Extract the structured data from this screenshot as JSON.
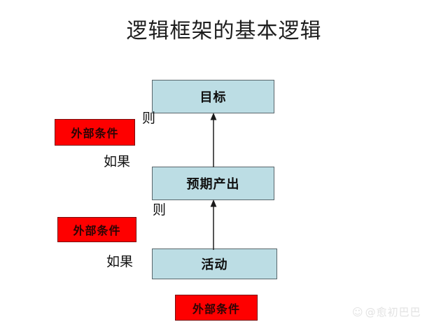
{
  "title": "逻辑框架的基本逻辑",
  "diagram": {
    "type": "flow-ladder",
    "boxes": [
      {
        "id": "goal",
        "label": "目标",
        "kind": "outcome",
        "fill": "#bcdde4",
        "border": "#59666b"
      },
      {
        "id": "output",
        "label": "预期产出",
        "kind": "outcome",
        "fill": "#bcdde4",
        "border": "#59666b"
      },
      {
        "id": "activity",
        "label": "活动",
        "kind": "outcome",
        "fill": "#bcdde4",
        "border": "#59666b"
      },
      {
        "id": "cond1",
        "label": "外部条件",
        "kind": "condition",
        "fill": "#fe0000",
        "border": "#7a0d0d"
      },
      {
        "id": "cond2",
        "label": "外部条件",
        "kind": "condition",
        "fill": "#fe0000",
        "border": "#7a0d0d"
      },
      {
        "id": "cond3",
        "label": "外部条件",
        "kind": "condition",
        "fill": "#fe0000",
        "border": "#7a0d0d"
      }
    ],
    "connector_labels": [
      {
        "id": "then1",
        "label": "则"
      },
      {
        "id": "if1",
        "label": "如果"
      },
      {
        "id": "then2",
        "label": "则"
      },
      {
        "id": "if2",
        "label": "如果"
      }
    ],
    "arrows": [
      {
        "id": "output-to-goal",
        "from": "output",
        "to": "goal",
        "direction": "up"
      },
      {
        "id": "activity-to-output",
        "from": "activity",
        "to": "output",
        "direction": "up"
      }
    ]
  },
  "watermark": {
    "icon": "paw-icon",
    "text": "@愈初巴巴"
  }
}
